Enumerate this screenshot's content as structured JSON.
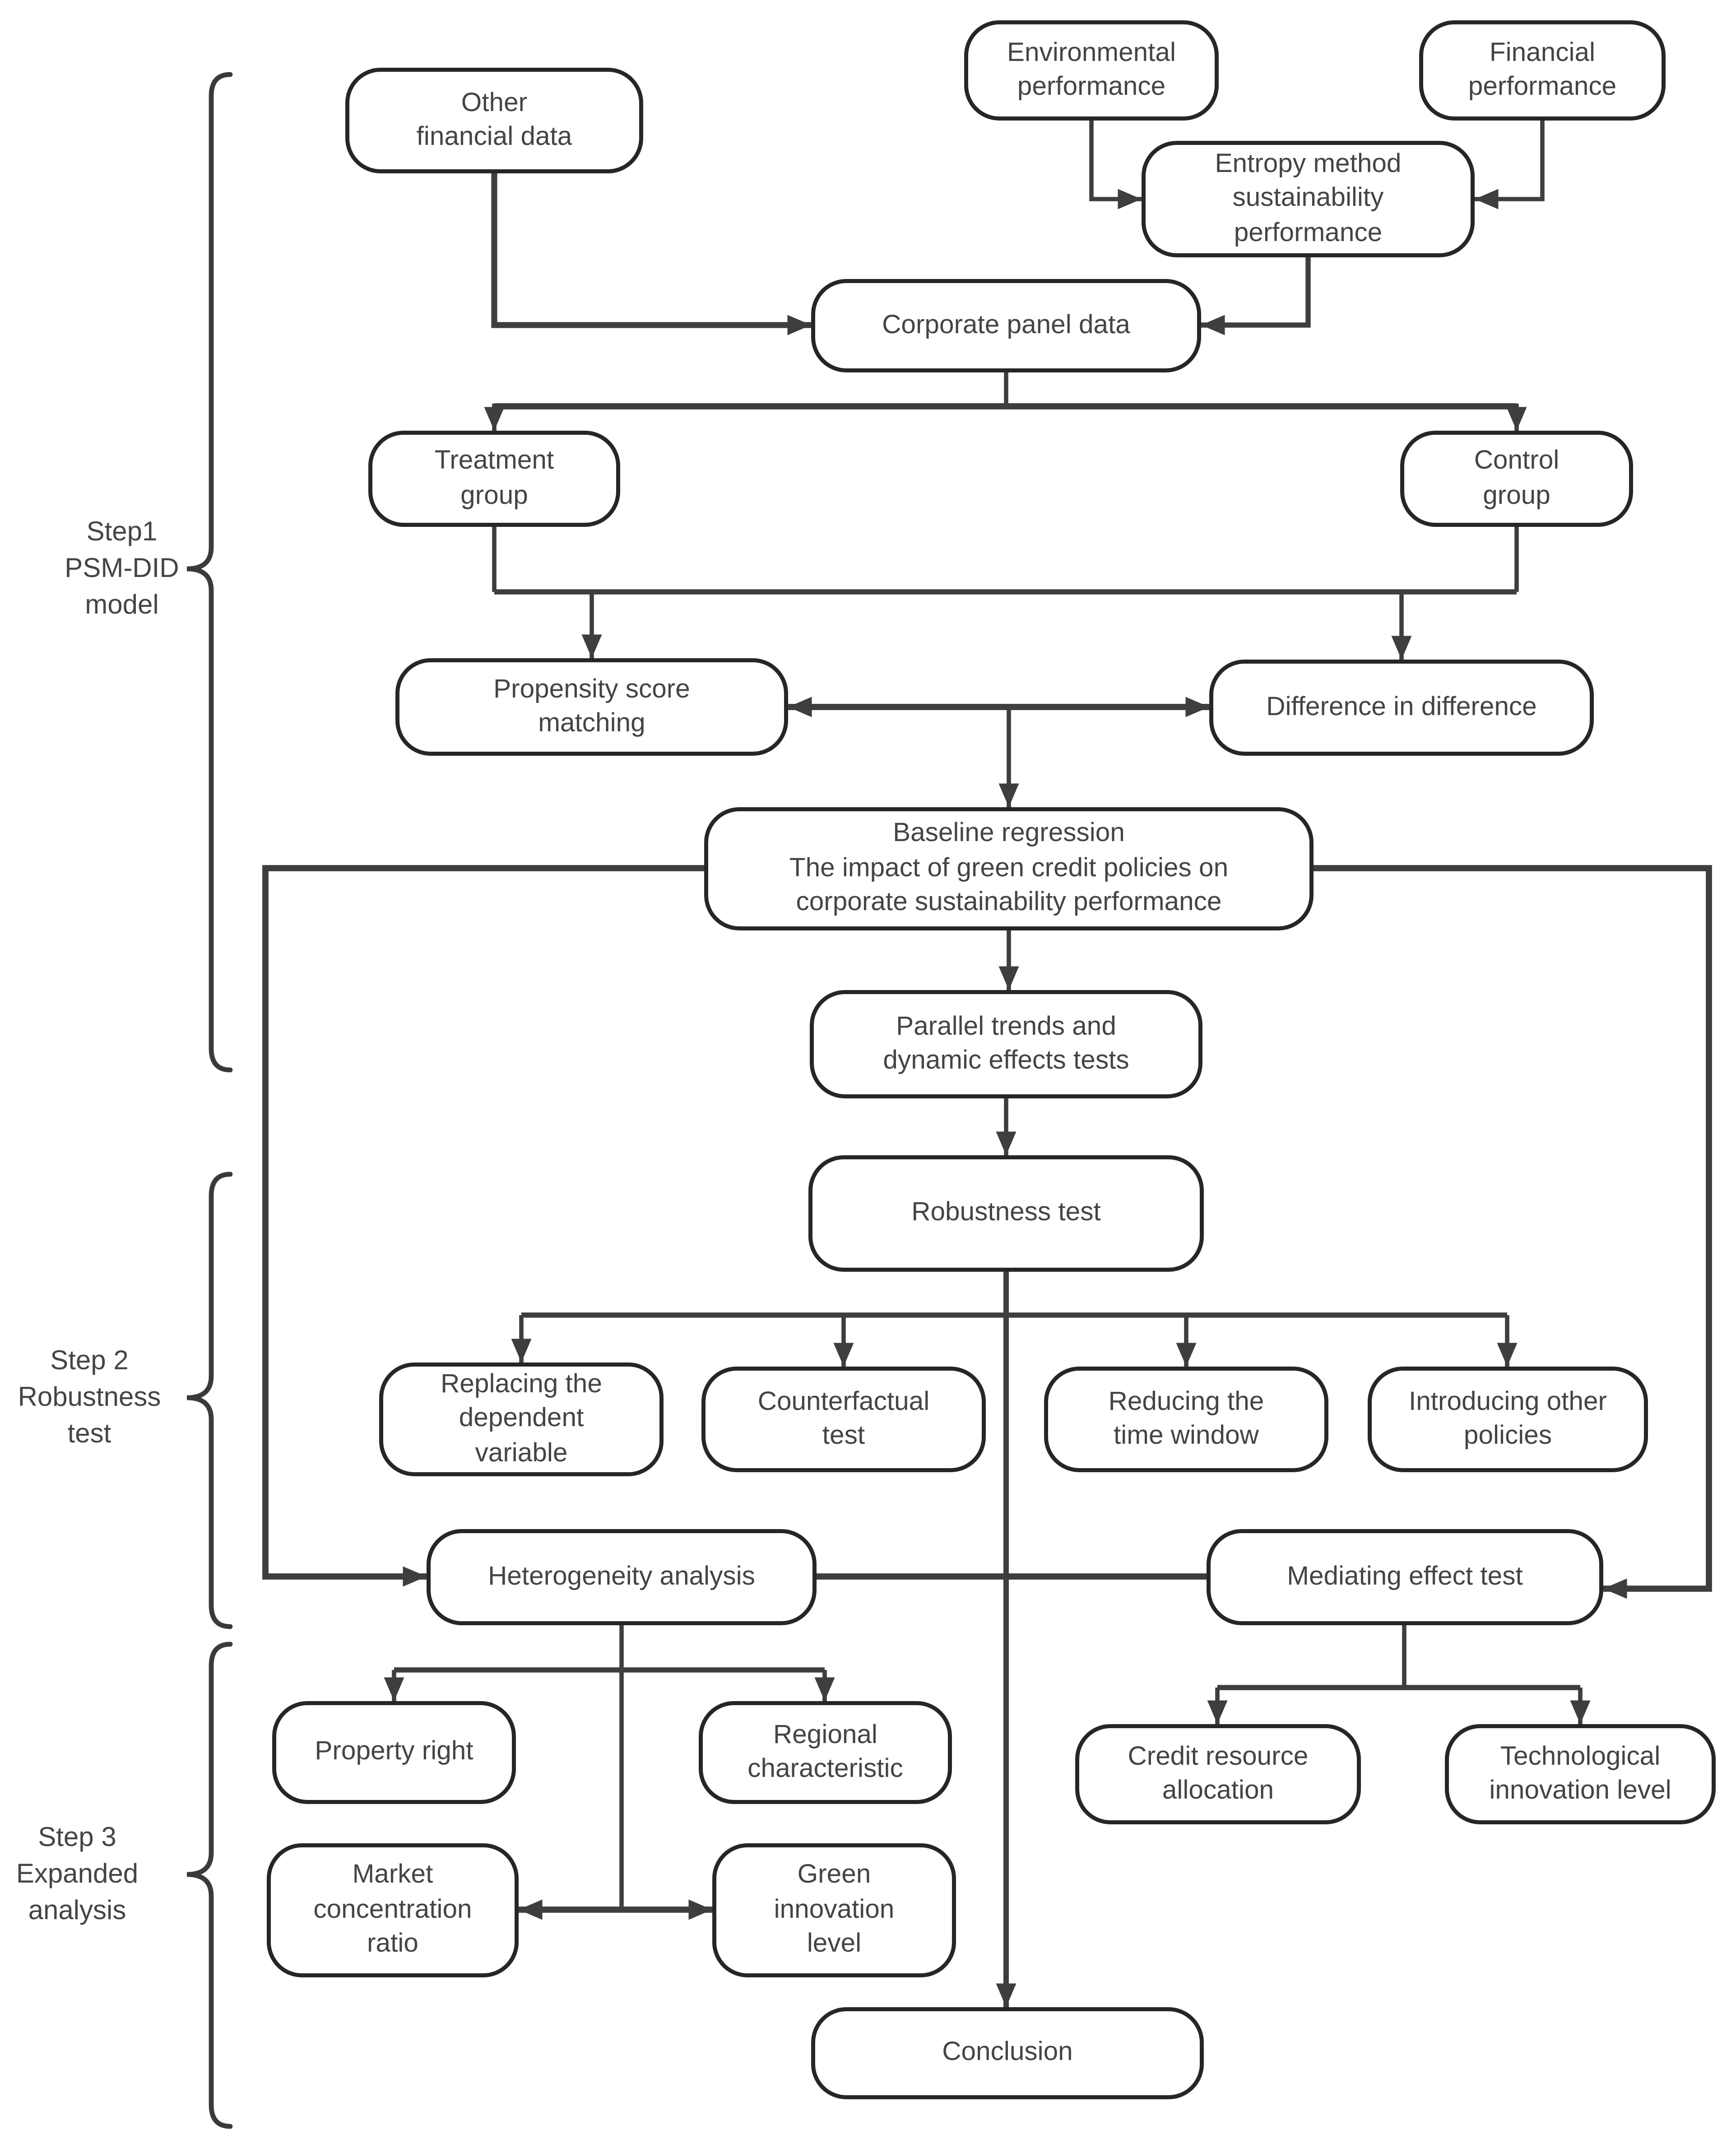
{
  "palette": {
    "background": "#ffffff",
    "box_border": "#262626",
    "line": "#3e3e3e",
    "text": "#444444"
  },
  "steps": {
    "step1": {
      "label": "Step1\nPSM-DID\nmodel"
    },
    "step2": {
      "label": "Step 2\nRobustness\ntest"
    },
    "step3": {
      "label": "Step 3\nExpanded\nanalysis"
    }
  },
  "nodes": {
    "other_financial_data": {
      "label": "Other\nfinancial data"
    },
    "environmental_performance": {
      "label": "Environmental\nperformance"
    },
    "financial_performance": {
      "label": "Financial\nperformance"
    },
    "entropy_method": {
      "label": "Entropy method\nsustainability\nperformance"
    },
    "corporate_panel_data": {
      "label": "Corporate panel data"
    },
    "treatment_group": {
      "label": "Treatment\ngroup"
    },
    "control_group": {
      "label": "Control\ngroup"
    },
    "propensity_score_matching": {
      "label": "Propensity score\nmatching"
    },
    "difference_in_difference": {
      "label": "Difference in difference"
    },
    "baseline_regression": {
      "label": "Baseline regression\nThe impact of green credit policies on\ncorporate sustainability performance"
    },
    "parallel_trends": {
      "label": "Parallel trends and\ndynamic effects tests"
    },
    "robustness_test": {
      "label": "Robustness test"
    },
    "replacing_dependent_variable": {
      "label": "Replacing the\ndependent\nvariable"
    },
    "counterfactual_test": {
      "label": "Counterfactual\ntest"
    },
    "reducing_time_window": {
      "label": "Reducing the\ntime window"
    },
    "introducing_other_policies": {
      "label": "Introducing other\npolicies"
    },
    "heterogeneity_analysis": {
      "label": "Heterogeneity analysis"
    },
    "mediating_effect_test": {
      "label": "Mediating effect test"
    },
    "property_right": {
      "label": "Property right"
    },
    "regional_characteristic": {
      "label": "Regional\ncharacteristic"
    },
    "credit_resource_allocation": {
      "label": "Credit resource\nallocation"
    },
    "technological_innovation_level": {
      "label": "Technological\ninnovation level"
    },
    "market_concentration_ratio": {
      "label": "Market\nconcentration\nratio"
    },
    "green_innovation_level": {
      "label": "Green\ninnovation\nlevel"
    },
    "conclusion": {
      "label": "Conclusion"
    }
  },
  "edges": [
    {
      "from": "environmental_performance",
      "to": "entropy_method",
      "type": "arrow"
    },
    {
      "from": "financial_performance",
      "to": "entropy_method",
      "type": "arrow"
    },
    {
      "from": "entropy_method",
      "to": "corporate_panel_data",
      "type": "arrow"
    },
    {
      "from": "other_financial_data",
      "to": "corporate_panel_data",
      "type": "arrow"
    },
    {
      "from": "corporate_panel_data",
      "to": "treatment_group",
      "type": "arrow"
    },
    {
      "from": "corporate_panel_data",
      "to": "control_group",
      "type": "arrow"
    },
    {
      "from": "treatment_group",
      "to": "propensity_score_matching",
      "type": "arrow"
    },
    {
      "from": "control_group",
      "to": "difference_in_difference",
      "type": "arrow"
    },
    {
      "from": "propensity_score_matching",
      "to": "difference_in_difference",
      "type": "double-arrow"
    },
    {
      "from": "propensity_score_matching+difference_in_difference",
      "to": "baseline_regression",
      "type": "arrow"
    },
    {
      "from": "baseline_regression",
      "to": "parallel_trends",
      "type": "arrow"
    },
    {
      "from": "parallel_trends",
      "to": "robustness_test",
      "type": "arrow"
    },
    {
      "from": "robustness_test",
      "to": "replacing_dependent_variable",
      "type": "arrow"
    },
    {
      "from": "robustness_test",
      "to": "counterfactual_test",
      "type": "arrow"
    },
    {
      "from": "robustness_test",
      "to": "reducing_time_window",
      "type": "arrow"
    },
    {
      "from": "robustness_test",
      "to": "introducing_other_policies",
      "type": "arrow"
    },
    {
      "from": "baseline_regression",
      "to": "heterogeneity_analysis",
      "type": "arrow"
    },
    {
      "from": "baseline_regression",
      "to": "mediating_effect_test",
      "type": "arrow"
    },
    {
      "from": "heterogeneity_analysis",
      "to": "mediating_effect_test",
      "type": "line"
    },
    {
      "from": "heterogeneity_analysis",
      "to": "property_right",
      "type": "arrow"
    },
    {
      "from": "heterogeneity_analysis",
      "to": "regional_characteristic",
      "type": "arrow"
    },
    {
      "from": "market_concentration_ratio",
      "to": "green_innovation_level",
      "type": "double-arrow"
    },
    {
      "from": "mediating_effect_test",
      "to": "credit_resource_allocation",
      "type": "arrow"
    },
    {
      "from": "mediating_effect_test",
      "to": "technological_innovation_level",
      "type": "arrow"
    },
    {
      "from": "robustness_test",
      "to": "conclusion",
      "type": "arrow"
    }
  ]
}
